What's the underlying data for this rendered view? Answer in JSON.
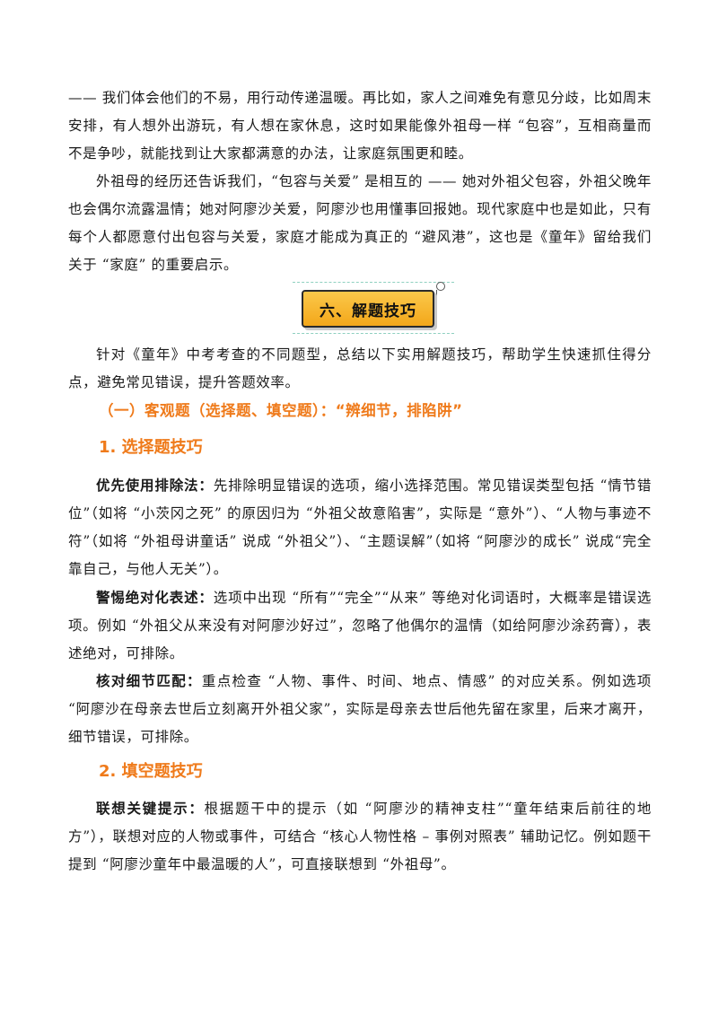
{
  "paragraphs": {
    "p1": "—— 我们体会他们的不易，用行动传递温暖。再比如，家人之间难免有意见分歧，比如周末安排，有人想外出游玩，有人想在家休息，这时如果能像外祖母一样 “包容”，互相商量而不是争吵，就能找到让大家都满意的办法，让家庭氛围更和睦。",
    "p2": "外祖母的经历还告诉我们，“包容与关爱” 是相互的 —— 她对外祖父包容，外祖父晚年也会偶尔流露温情；她对阿廖沙关爱，阿廖沙也用懂事回报她。现代家庭中也是如此，只有每个人都愿意付出包容与关爱，家庭才能成为真正的 “避风港”，这也是《童年》留给我们关于 “家庭” 的重要启示。",
    "p3": "针对《童年》中考考查的不同题型，总结以下实用解题技巧，帮助学生快速抓住得分点，避免常见错误，提升答题效率。"
  },
  "section": {
    "title": "六、解题技巧"
  },
  "subheading": "（一）客观题（选择题、填空题）：“辨细节，排陷阱”",
  "heading1": "1.  选择题技巧",
  "tips1": [
    {
      "lead": "优先使用排除法：",
      "text": "先排除明显错误的选项，缩小选择范围。常见错误类型包括 “情节错位”（如将 “小茨冈之死” 的原因归为 “外祖父故意陷害”，实际是 “意外”）、“人物与事迹不符”（如将 “外祖母讲童话” 说成 “外祖父”）、“主题误解”（如将 “阿廖沙的成长” 说成“完全靠自己，与他人无关”）。"
    },
    {
      "lead": "警惕绝对化表述：",
      "text": "选项中出现 “所有”“完全”“从来” 等绝对化词语时，大概率是错误选项。例如 “外祖父从来没有对阿廖沙好过”，忽略了他偶尔的温情（如给阿廖沙涂药膏），表述绝对，可排除。"
    },
    {
      "lead": "核对细节匹配：",
      "text": "重点检查 “人物、事件、时间、地点、情感” 的对应关系。例如选项 “阿廖沙在母亲去世后立刻离开外祖父家”，实际是母亲去世后他先留在家里，后来才离开，细节错误，可排除。"
    }
  ],
  "heading2": "2.  填空题技巧",
  "tips2": [
    {
      "lead": "联想关键提示：",
      "text": "根据题干中的提示（如 “阿廖沙的精神支柱”“童年结束后前往的地方”），联想对应的人物或事件，可结合 “核心人物性格 – 事例对照表” 辅助记忆。例如题干提到 “阿廖沙童年中最温暖的人”，可直接联想到 “外祖母”。"
    }
  ],
  "colors": {
    "accent": "#ef7a1a",
    "section_fill": "#f7b52c"
  }
}
